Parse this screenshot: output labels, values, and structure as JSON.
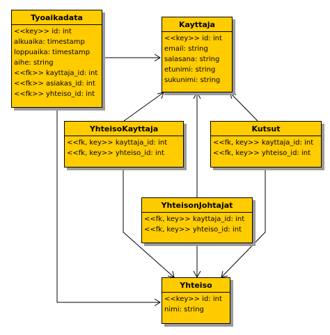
{
  "entities": [
    {
      "key": "tyoaikadata",
      "title": "Tyoaikadata",
      "attributes": [
        "<<key>> id: int",
        "alkuaika: timestamp",
        "loppuaika: timestamp",
        "aihe: string",
        "<<fk>> kayttaja_id: int",
        "<<fk>> asiakas_id: int",
        "<<fk>> yhteiso_id: int"
      ]
    },
    {
      "key": "kayttaja",
      "title": "Kayttaja",
      "attributes": [
        "<<key>> id: int",
        "email: string",
        "salasana: string",
        "etunimi: string",
        "sukunimi: string"
      ]
    },
    {
      "key": "yhteisokayttaja",
      "title": "YhteisoKayttaja",
      "attributes": [
        "<<fk, key>> kayttaja_id: int",
        "<<fk, key>> yhteiso_id: int"
      ]
    },
    {
      "key": "kutsut",
      "title": "Kutsut",
      "attributes": [
        "<<fk, key>> kayttaja_id: int",
        "<<fk, key>> yhteiso_id: int"
      ]
    },
    {
      "key": "yhteisonjohtajat",
      "title": "YhteisonJohtajat",
      "attributes": [
        "<<fk, key>> kayttaja_id: int",
        "<<fk, key>> yhteiso_id: int"
      ]
    },
    {
      "key": "yhteiso",
      "title": "Yhteiso",
      "attributes": [
        "<<key>> id: int",
        "nimi: string"
      ]
    }
  ],
  "relations": [
    {
      "from": "tyoaikadata",
      "to": "kayttaja"
    },
    {
      "from": "tyoaikadata",
      "to": "yhteiso"
    },
    {
      "from": "yhteisokayttaja",
      "to": "kayttaja"
    },
    {
      "from": "yhteisokayttaja",
      "to": "yhteiso"
    },
    {
      "from": "kutsut",
      "to": "kayttaja"
    },
    {
      "from": "kutsut",
      "to": "yhteiso"
    },
    {
      "from": "yhteisonjohtajat",
      "to": "kayttaja"
    },
    {
      "from": "yhteisonjohtajat",
      "to": "yhteiso"
    }
  ],
  "colors": {
    "entity_fill": "#ffcc00",
    "entity_border": "#000000",
    "shadow": "#9a9a9a",
    "line": "#000000"
  }
}
